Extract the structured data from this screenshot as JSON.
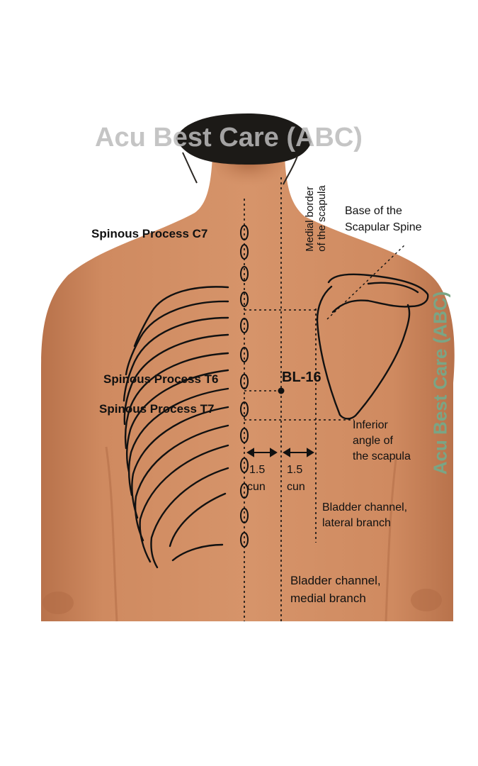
{
  "watermark": {
    "text_top": "Acu Best Care (ABC)",
    "text_side": "Acu Best Care (ABC)",
    "color_top": "#bcbcbc",
    "color_side": "#7aa585"
  },
  "labels": {
    "spinous_c7": "Spinous Process C7",
    "spinous_t6": "Spinous Process T6",
    "spinous_t7": "Spinous Process T7",
    "point": "BL-16",
    "medial_border_line1": "Medial border",
    "medial_border_line2": "of the scapula",
    "base_spine_line1": "Base of the",
    "base_spine_line2": "Scapular Spine",
    "inferior_line1": "Inferior",
    "inferior_line2": "angle of",
    "inferior_line3": "the scapula",
    "cun_left_value": "1.5",
    "cun_left_unit": "cun",
    "cun_right_value": "1.5",
    "cun_right_unit": "cun",
    "lateral_line1": "Bladder channel,",
    "lateral_line2": "lateral branch",
    "medial_line1": "Bladder channel,",
    "medial_line2": "medial branch"
  },
  "colors": {
    "skin": "#cf8a60",
    "skin_shadow": "#b6714a",
    "hair": "#1c1a17",
    "ink": "#111111"
  }
}
